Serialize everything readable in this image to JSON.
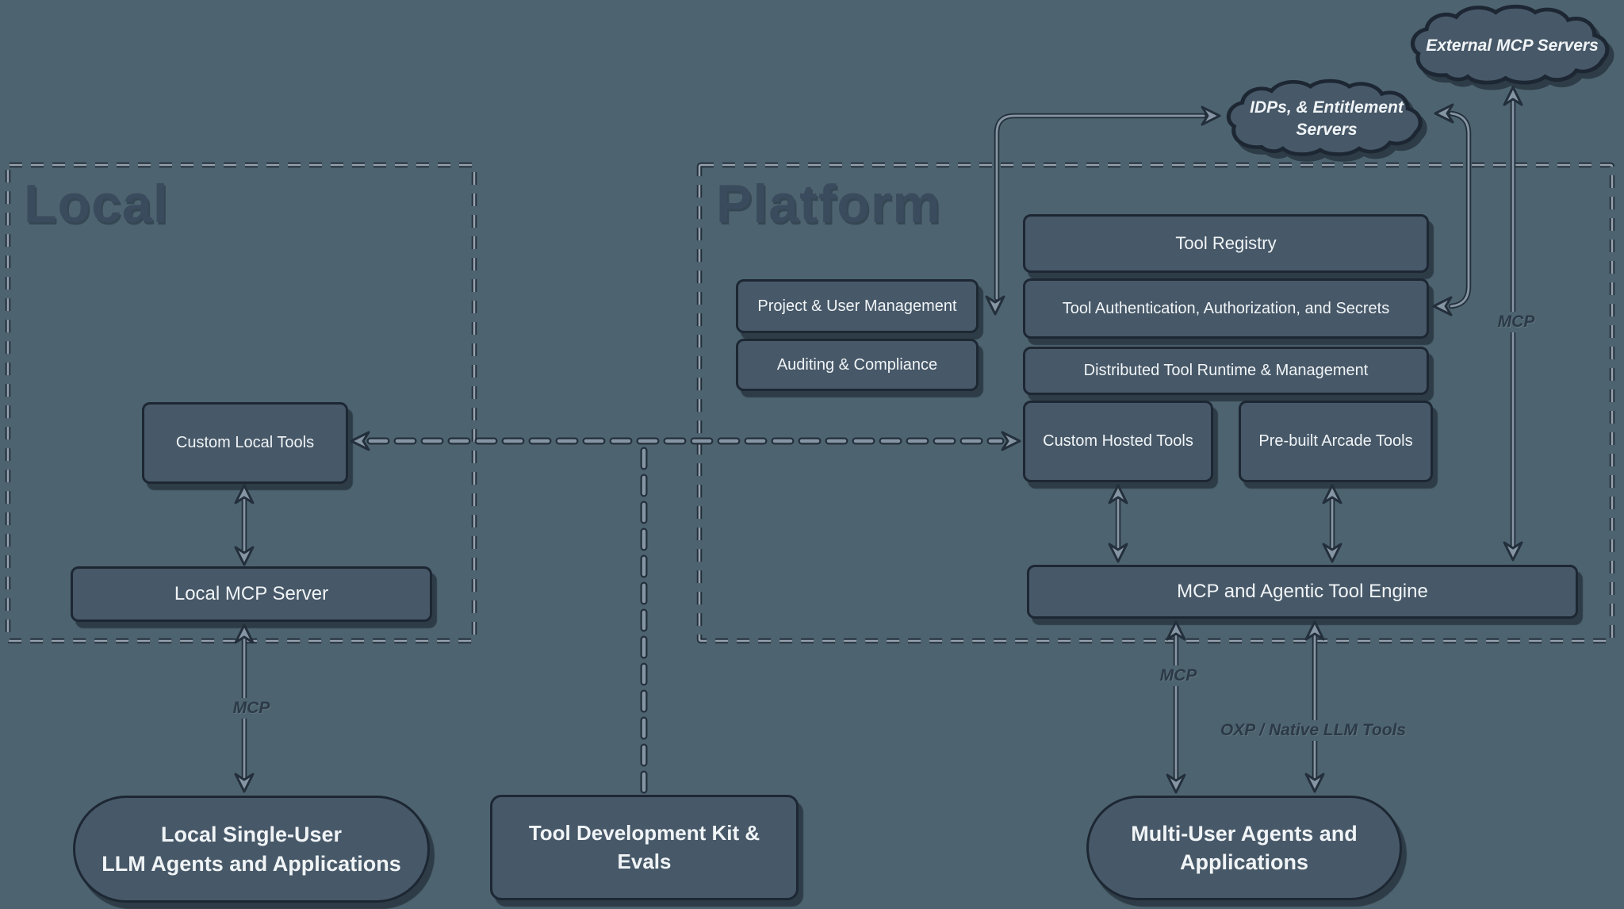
{
  "regions": {
    "local": "Local",
    "platform": "Platform"
  },
  "clouds": {
    "external": "External MCP Servers",
    "idps_line1": "IDPs, & Entitlement",
    "idps_line2": "Servers"
  },
  "boxes": {
    "tool_registry": "Tool Registry",
    "project_user_management": "Project & User Management",
    "tool_auth": "Tool Authentication, Authorization, and Secrets",
    "auditing_compliance": "Auditing & Compliance",
    "distributed_runtime": "Distributed Tool Runtime & Management",
    "custom_hosted_tools": "Custom Hosted Tools",
    "prebuilt_arcade_tools": "Pre-built Arcade Tools",
    "mcp_engine": "MCP and Agentic Tool Engine",
    "custom_local_tools": "Custom Local Tools",
    "local_mcp_server": "Local MCP Server",
    "tool_dev_kit": "Tool Development Kit & Evals"
  },
  "terminals": {
    "local_single_user_line1": "Local Single-User",
    "local_single_user_line2": "LLM Agents and Applications",
    "multi_user_line1": "Multi-User Agents and",
    "multi_user_line2": "Applications"
  },
  "edge_labels": {
    "local_mcp": "MCP",
    "engine_multiuser_mcp": "MCP",
    "external_mcp": "MCP",
    "oxp": "OXP / Native LLM Tools"
  },
  "colors": {
    "background": "#4d6470",
    "shape_fill": "#475868",
    "shape_border": "#1d2733",
    "arrow_light": "#8695a3",
    "arrow_dark": "#232f3b",
    "text": "#f0f4f6",
    "region_title": "#3a4b5d",
    "edge_label_text": "#2c3947"
  }
}
